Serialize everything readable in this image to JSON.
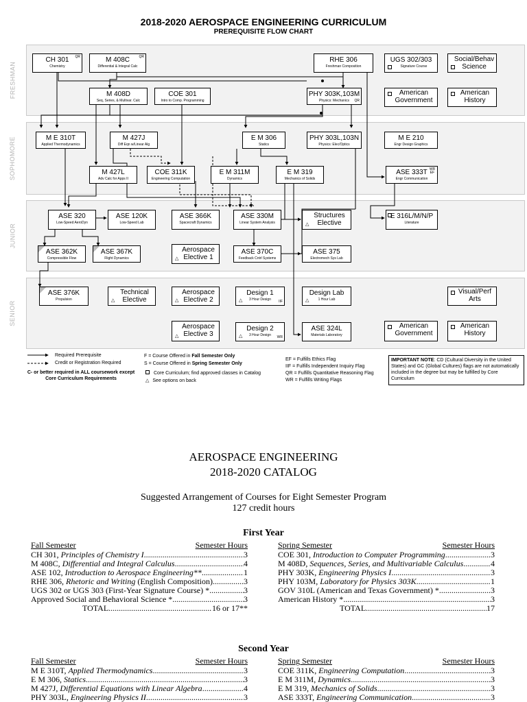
{
  "flowchart": {
    "title": "2018-2020 AEROSPACE ENGINEERING CURRICULUM",
    "subtitle": "PREREQUISITE FLOW CHART",
    "bands": [
      "FRESHMAN",
      "SOPHOMORE",
      "JUNIOR",
      "SENIOR"
    ],
    "boxes": {
      "ch301": {
        "code": "CH 301",
        "sub": "Chemistry",
        "flag": "QR"
      },
      "m408c": {
        "code": "M 408C",
        "sub": "Differential & Integral Calc",
        "flag": "QR"
      },
      "rhe306": {
        "code": "RHE 306",
        "sub": "Freshman Composition"
      },
      "ugs302": {
        "code": "UGS 302/303",
        "sub": "Signature Course"
      },
      "socbeh": {
        "code": "Social/Behav Science"
      },
      "m408d": {
        "code": "M 408D",
        "sub": "Seq, Series, & Multivar. Calc"
      },
      "coe301": {
        "code": "COE 301",
        "sub": "Intro to Comp. Programming"
      },
      "phy303k": {
        "code": "PHY 303K,103M",
        "sub": "Physics: Mechanics",
        "flag": "QR"
      },
      "amgov1": {
        "code": "American Government"
      },
      "amhist1": {
        "code": "American History"
      },
      "me310t": {
        "code": "M E 310T",
        "sub": "Applied Thermodynamics"
      },
      "m427j": {
        "code": "M 427J",
        "sub": "Diff Eqn w/Linear Alg"
      },
      "em306": {
        "code": "E M 306",
        "sub": "Statics"
      },
      "phy303l": {
        "code": "PHY 303L,103N",
        "sub": "Physics: Elec/Optics"
      },
      "me210": {
        "code": "M E 210",
        "sub": "Engr Design Graphics"
      },
      "m427l": {
        "code": "M 427L",
        "sub": "Adv Calc for Apps II"
      },
      "coe311k": {
        "code": "COE 311K",
        "sub": "Engineering Computation"
      },
      "em311m": {
        "code": "E M 311M",
        "sub": "Dynamics"
      },
      "em319": {
        "code": "E M 319",
        "sub": "Mechanics of Solids"
      },
      "ase333t": {
        "code": "ASE 333T",
        "sub": "Engr Communication",
        "flag": "WR EF"
      },
      "ase320": {
        "code": "ASE 320",
        "sub": "Low-Speed AeroDyn"
      },
      "ase120k": {
        "code": "ASE 120K",
        "sub": "Low-Speed Lab"
      },
      "ase366k": {
        "code": "ASE 366K",
        "sub": "Spacecraft Dynamics"
      },
      "ase330m": {
        "code": "ASE 330M",
        "sub": "Linear System Analysis"
      },
      "structel": {
        "code": "Structures Elective"
      },
      "e316l": {
        "code": "E 316L/M/N/P",
        "sub": "Literature"
      },
      "ase362k": {
        "code": "ASE 362K",
        "sub": "Compressible Flow"
      },
      "ase367k": {
        "code": "ASE 367K",
        "sub": "Flight Dynamics"
      },
      "aeroel1": {
        "code": "Aerospace Elective 1"
      },
      "ase370c": {
        "code": "ASE 370C",
        "sub": "Feedback Cntrl Systems"
      },
      "ase375": {
        "code": "ASE 375",
        "sub": "Electromech Sys Lab"
      },
      "ase376k": {
        "code": "ASE 376K",
        "sub": "Propulsion"
      },
      "techel": {
        "code": "Technical Elective"
      },
      "aeroel2": {
        "code": "Aerospace Elective 2"
      },
      "design1": {
        "code": "Design 1",
        "sub": "3 Hour Design",
        "flag": "IIF"
      },
      "designlab": {
        "code": "Design Lab",
        "sub": "1 Hour Lab"
      },
      "visperf": {
        "code": "Visual/Perf Arts"
      },
      "aeroel3": {
        "code": "Aerospace Elective 3"
      },
      "design2": {
        "code": "Design 2",
        "sub": "3 Hour Design",
        "flag": "WR"
      },
      "ase324l": {
        "code": "ASE 324L",
        "sub": "Materials Laboratory"
      },
      "amgov2": {
        "code": "American Government"
      },
      "amhist2": {
        "code": "American History"
      }
    },
    "legend": {
      "required": "Required Prerequisite",
      "credit": "Credit or Registration Required",
      "cminus": "C- or better required in ALL coursework except Core Curriculum Requirements",
      "fall": "F = Course Offered in",
      "fall_b": "Fall Semester Only",
      "spring": "S = Course Offered in",
      "spring_b": "Spring Semester Only",
      "core": "Core Curriculum; find approved classes in Catalog",
      "options": "See options on back",
      "ef": "EF = Fulfills Ethics Flag",
      "iif": "IIF = Fulfills Independent Inquiry Flag",
      "qr": "QR = Fulfills Quantitative Reasoning Flag",
      "wr": "WR = Fulfills Writing Flags",
      "note_label": "IMPORTANT NOTE",
      "note_text": ": CD (Cultural Diversity in the United States) and GC (Global Cultures) flags are not automatically included in the degree but may be fulfilled by Core Curriculum"
    }
  },
  "catalog": {
    "title_line1": "AEROSPACE ENGINEERING",
    "title_line2": "2018-2020 CATALOG",
    "sub_line1": "Suggested Arrangement of Courses for Eight Semester Program",
    "sub_line2": "127 credit hours",
    "first_year": {
      "heading": "First Year",
      "fall": {
        "header": "Fall Semester",
        "hours_header": "Semester Hours",
        "rows": [
          {
            "code": "CH 301, ",
            "title": "Principles of Chemistry I",
            "rest": "",
            "hours": "3"
          },
          {
            "code": "M 408C, ",
            "title": "Differential and Integral Calculus",
            "rest": "",
            "hours": "4"
          },
          {
            "code": "ASE 102, ",
            "title": "Introduction to Aerospace Engineering**",
            "rest": "",
            "hours": "1"
          },
          {
            "code": "RHE 306, ",
            "title": "Rhetoric and Writing",
            "rest": " (English Composition)",
            "hours": "3"
          },
          {
            "code": "UGS 302 or UGS 303 (First-Year Signature Course) *",
            "title": "",
            "rest": "",
            "hours": "3"
          },
          {
            "code": "Approved Social and Behavioral Science *",
            "title": "",
            "rest": "",
            "hours": "3"
          }
        ],
        "total_label": "TOTAL",
        "total": "16 or 17**"
      },
      "spring": {
        "header": "Spring Semester",
        "hours_header": "Semester Hours",
        "rows": [
          {
            "code": "COE 301, ",
            "title": "Introduction to Computer Programming",
            "rest": "",
            "hours": "3"
          },
          {
            "code": "M 408D, ",
            "title": "Sequences, Series, and Multivariable Calculus",
            "rest": "",
            "hours": "4"
          },
          {
            "code": "PHY 303K, ",
            "title": "Engineering Physics I",
            "rest": "",
            "hours": "3"
          },
          {
            "code": "PHY 103M, ",
            "title": "Laboratory for Physics 303K",
            "rest": "",
            "hours": "1"
          },
          {
            "code": "GOV 310L (American and Texas Government) *",
            "title": "",
            "rest": "",
            "hours": "3"
          },
          {
            "code": "American History *",
            "title": "",
            "rest": "",
            "hours": "3"
          }
        ],
        "total_label": "TOTAL",
        "total": "17"
      }
    },
    "second_year": {
      "heading": "Second Year",
      "fall": {
        "header": "Fall Semester",
        "hours_header": "Semester Hours",
        "rows": [
          {
            "code": "M E 310T, ",
            "title": "Applied Thermodynamics",
            "rest": "",
            "hours": "3"
          },
          {
            "code": "E M 306, ",
            "title": "Statics",
            "rest": "",
            "hours": "3"
          },
          {
            "code": "M 427J, ",
            "title": "Differential Equations with Linear Algebra",
            "rest": "",
            "hours": "4"
          },
          {
            "code": "PHY 303L, ",
            "title": "Engineering Physics II",
            "rest": "",
            "hours": "3"
          }
        ]
      },
      "spring": {
        "header": "Spring Semester",
        "hours_header": "Semester Hours",
        "rows": [
          {
            "code": "COE 311K, ",
            "title": "Engineering Computation",
            "rest": "",
            "hours": "3"
          },
          {
            "code": "E M 311M, ",
            "title": "Dynamics",
            "rest": "",
            "hours": "3"
          },
          {
            "code": "E M 319, ",
            "title": "Mechanics of Solids",
            "rest": "",
            "hours": "3"
          },
          {
            "code": "ASE 333T, ",
            "title": "Engineering Communication",
            "rest": "",
            "hours": "3"
          }
        ]
      }
    }
  }
}
